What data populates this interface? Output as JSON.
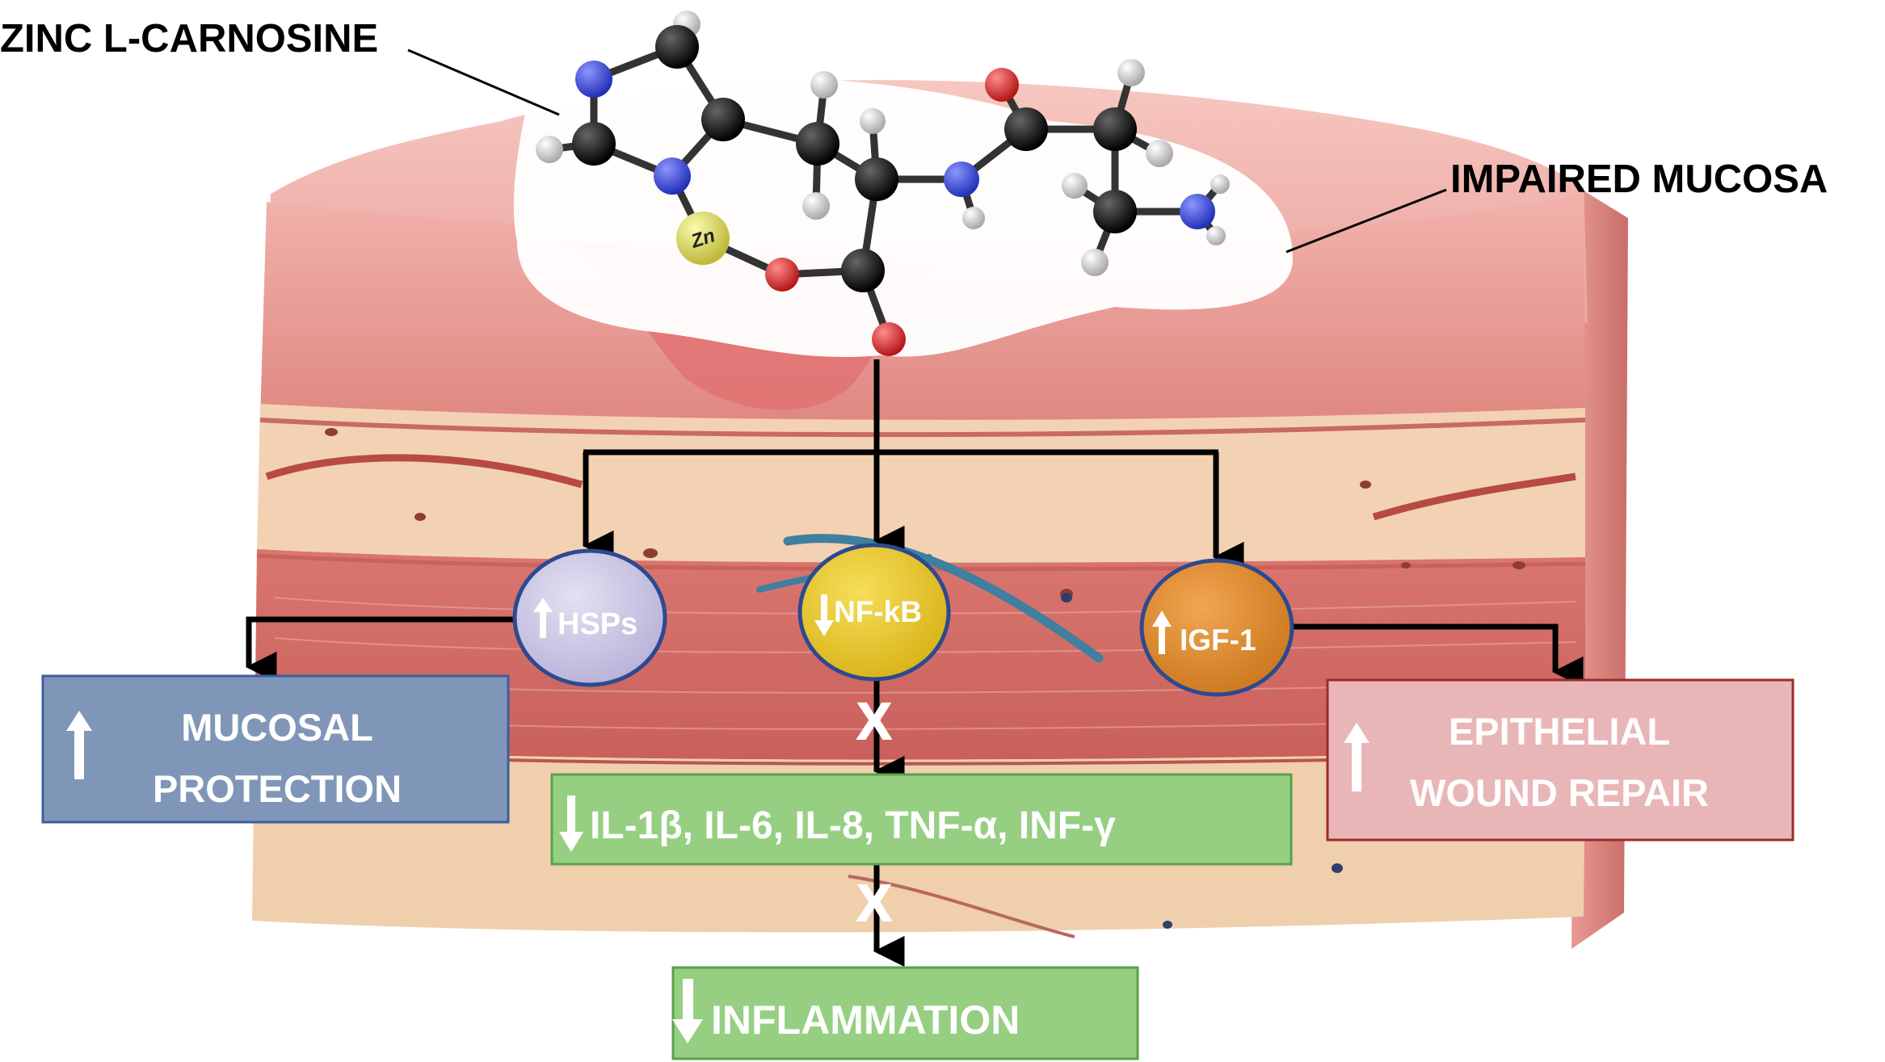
{
  "labels": {
    "compound": "ZINC L-CARNOSINE",
    "tissue": "IMPAIRED MUCOSA",
    "zinc_symbol": "Zn"
  },
  "nodes": {
    "hsps": "HSPs",
    "nfkb": "NF-kB",
    "igf1": "IGF-1"
  },
  "outcomes": {
    "mucosal_line1": "MUCOSAL",
    "mucosal_line2": "PROTECTION",
    "epithelial_line1": "EPITHELIAL",
    "epithelial_line2": "WOUND REPAIR",
    "cytokines": "IL-1β, IL-6, IL-8, TNF-α, INF-γ",
    "inflammation": "INFLAMMATION"
  },
  "block_marker": "X",
  "colors": {
    "hsps": "#c9c4e0",
    "nfkb": "#e8c51e",
    "igf1": "#e08a2a",
    "mucosal_box": "#7f96b8",
    "epithelial_box": "#e9b6b8",
    "cytokine_box": "#96cf82",
    "carbon": "#111111",
    "nitrogen": "#3a49d8",
    "oxygen": "#d92a2a",
    "hydrogen": "#d9d9d9",
    "zinc": "#e3e060"
  }
}
